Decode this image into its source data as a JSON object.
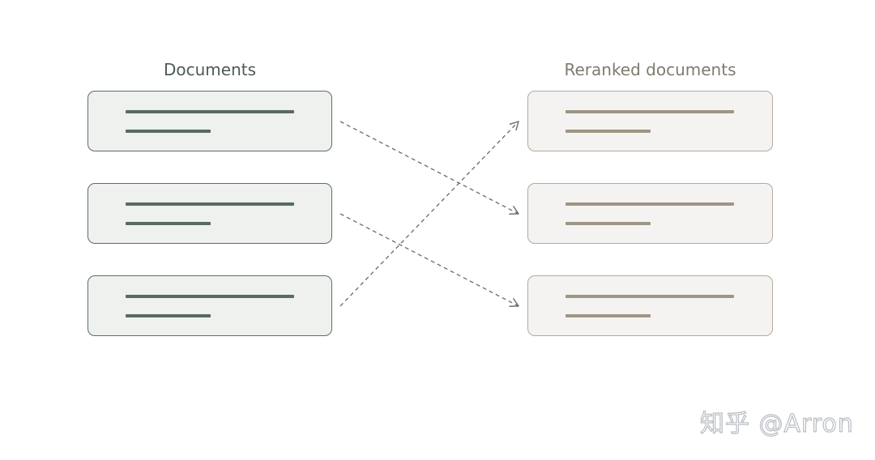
{
  "columns": {
    "left_title": "Documents",
    "right_title": "Reranked documents"
  },
  "mapping": [
    {
      "from": 1,
      "to": 2
    },
    {
      "from": 2,
      "to": 3
    },
    {
      "from": 3,
      "to": 1
    }
  ],
  "colors": {
    "left_border": "#5b6f66",
    "left_fill": "#eef1ee",
    "left_lines": "#566b61",
    "right_border": "#b3aa9f",
    "right_fill": "#f4f3f1",
    "right_lines": "#9f9584",
    "arrow": "#6a6a6a"
  },
  "watermark": "知乎 @Arron"
}
